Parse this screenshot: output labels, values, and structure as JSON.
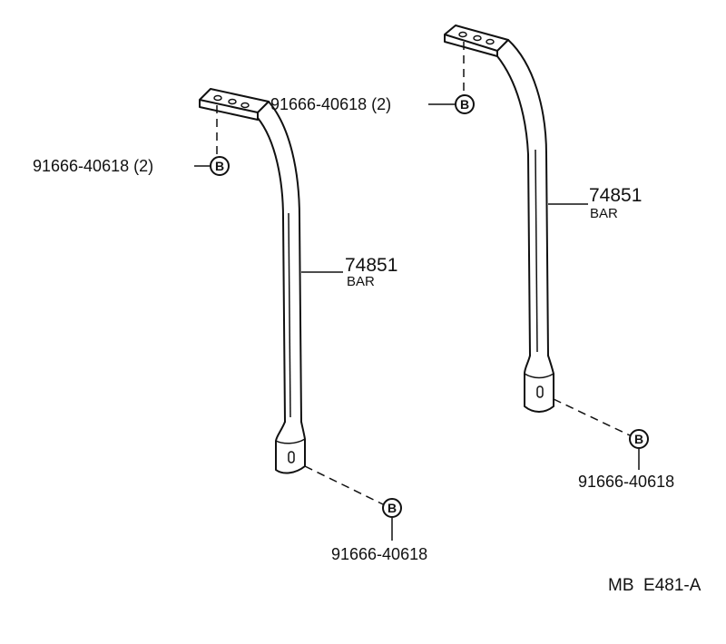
{
  "left_assembly": {
    "bar_part_number": "74851",
    "bar_name": "BAR",
    "top_bolt_ref": "91666-40618 (2)",
    "top_bolt_mark": "B",
    "bottom_bolt_ref": "91666-40618",
    "bottom_bolt_mark": "B"
  },
  "right_assembly": {
    "bar_part_number": "74851",
    "bar_name": "BAR",
    "top_bolt_ref": "91666-40618 (2)",
    "top_bolt_mark": "B",
    "bottom_bolt_ref": "91666-40618",
    "bottom_bolt_mark": "B"
  },
  "diagram_code": "MB  E481-A"
}
